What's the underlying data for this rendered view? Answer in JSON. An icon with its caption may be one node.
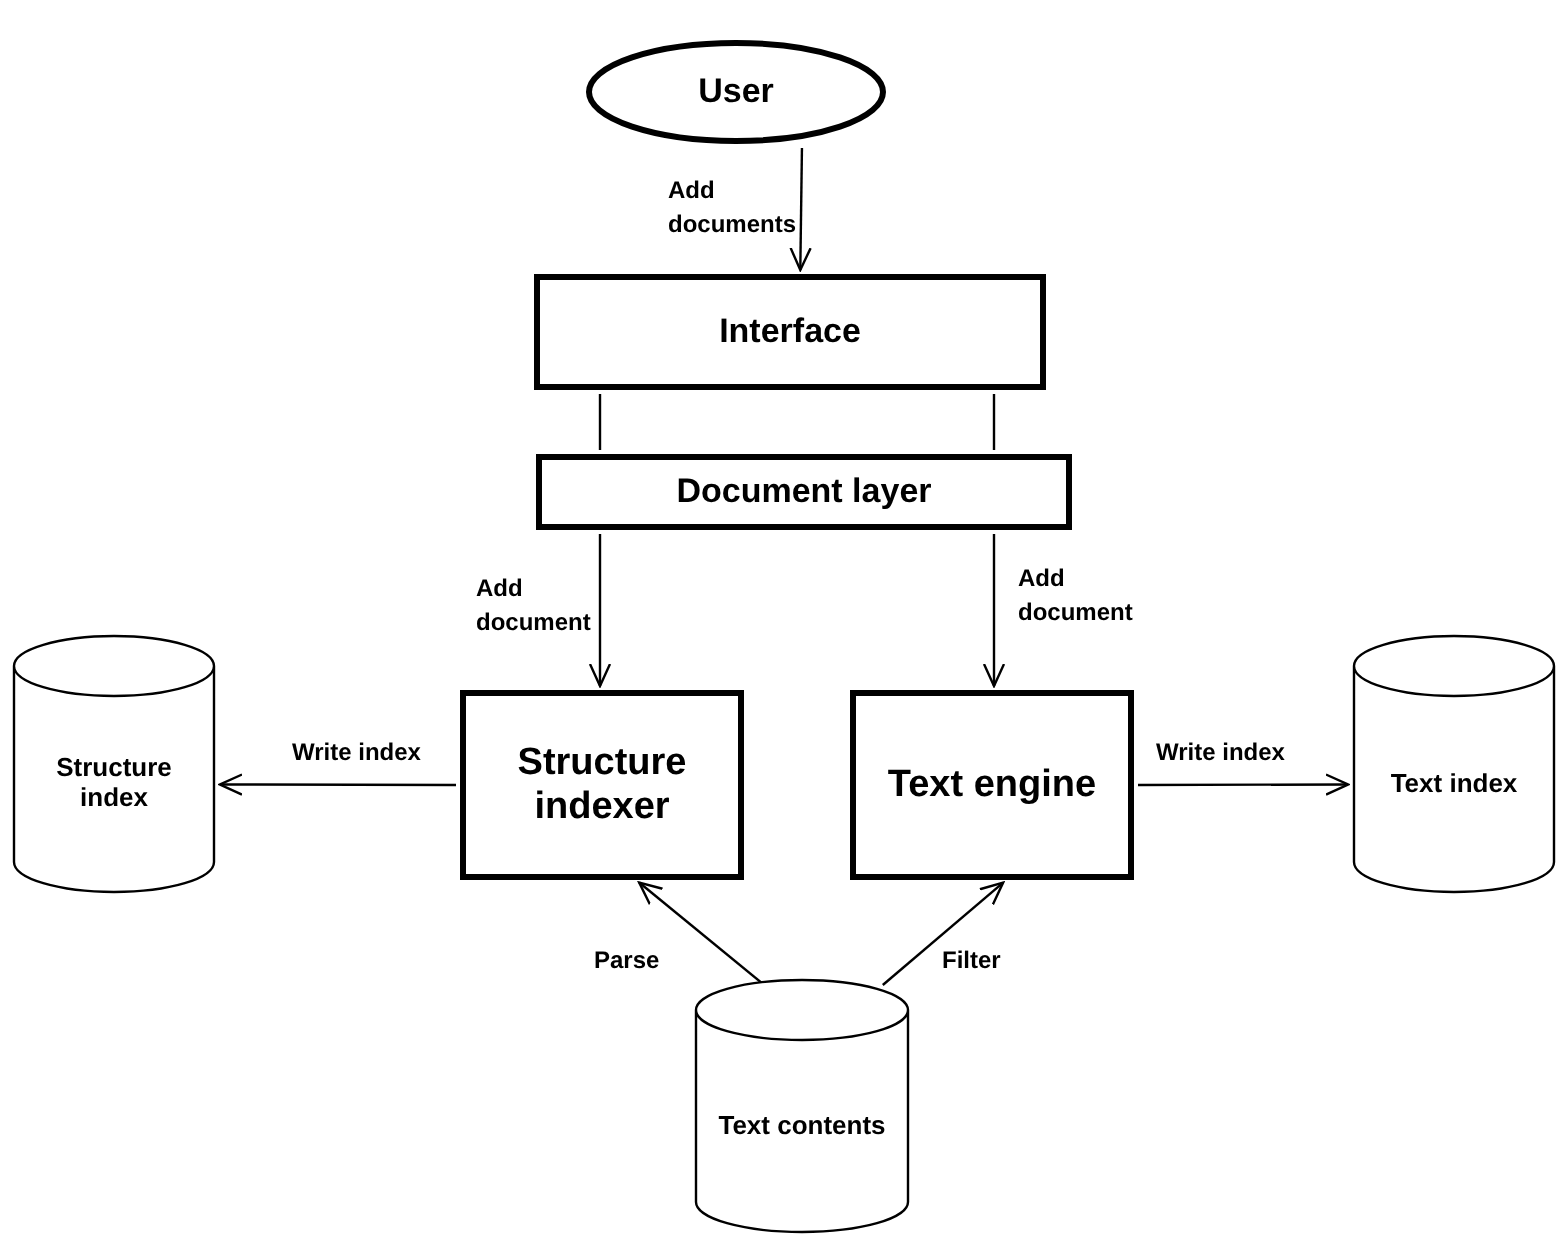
{
  "diagram": {
    "nodes": [
      {
        "text": [
          "User"
        ]
      },
      {
        "text": [
          "Interface"
        ]
      },
      {
        "text": [
          "Document layer"
        ]
      },
      {
        "text": [
          "Structure indexer"
        ]
      },
      {
        "text": [
          "Text engine"
        ]
      },
      {
        "text": [
          "Structure index"
        ]
      },
      {
        "text": [
          "Text index"
        ]
      },
      {
        "text": [
          "Text contents"
        ]
      }
    ],
    "edges": [
      {
        "from": 0,
        "to": 1,
        "arrow": "to",
        "label": "Add documents"
      },
      {
        "from": 1,
        "to": 2,
        "arrow": "none"
      },
      {
        "from": 2,
        "to": 3,
        "arrow": "to",
        "label": "Add document"
      },
      {
        "from": 1,
        "to": 2,
        "arrow": "none"
      },
      {
        "from": 2,
        "to": 4,
        "arrow": "to",
        "label": "Add document"
      },
      {
        "from": 3,
        "to": 5,
        "arrow": "to",
        "label": "Write index"
      },
      {
        "from": 4,
        "to": 6,
        "arrow": "to",
        "label": "Write index"
      },
      {
        "from": 7,
        "to": 3,
        "arrow": "to",
        "label": "Parse"
      },
      {
        "from": 7,
        "to": 4,
        "arrow": "to",
        "label": "Filter"
      }
    ]
  }
}
